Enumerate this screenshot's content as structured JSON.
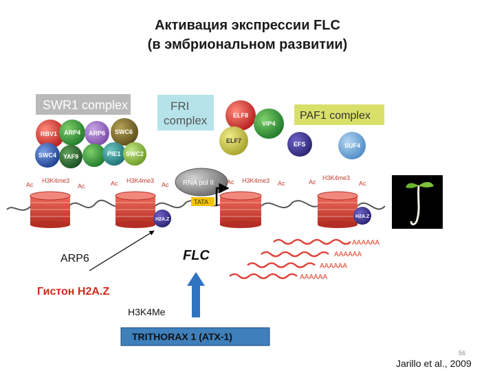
{
  "title_line1": "Активация экспрессии FLC",
  "title_line2": "(в эмбриональном развитии)",
  "complexes": {
    "swr1": "SWR1 complex",
    "fri_line1": "FRI",
    "fri_line2": "complex",
    "paf1": "PAF1 complex"
  },
  "subunits": {
    "rbv1": "RBV1",
    "arp4": "ARP4",
    "arp6": "ARP6",
    "swc6": "SWC6",
    "swc4": "SWC4",
    "yaf9": "YAF9",
    "pie1": "PIE1",
    "swc2": "SWC2",
    "elf8": "ELF8",
    "vip4": "VIP4",
    "elf7": "ELF7",
    "efs": "EFS",
    "suf4": "SUF4"
  },
  "marks": {
    "ac": "Ac",
    "h3k4me3_a": "H3K4me3",
    "h3k4me3_b": "H3K4me3",
    "h3k4me3_c": "H3K4me3",
    "h3k4me3_d": "H3K4me3",
    "h2az": "H2A.Z",
    "rna_pol": "RNA pol II",
    "tata": "TATA"
  },
  "transcripts": [
    "AAAAAA",
    "AAAAAA",
    "AAAAAA",
    "AAAAAA"
  ],
  "labels": {
    "arp6": "ARP6",
    "flc": "FLC",
    "histone": "Гистон H2A.Z",
    "h3k4me": "H3K4Me",
    "trithorax": "TRITHORAX 1 (ATX-1)",
    "page_num": "56",
    "citation": "Jarillo et al., 2009"
  },
  "colors": {
    "red_dna": "#e0433a",
    "swr1_box": "#b9b9b9",
    "fri_box": "#b6e3ea",
    "paf1_box": "#d9e06a",
    "trithorax_box": "#3f7fba",
    "arrow_blue": "#2f74c0",
    "label_red": "#cf2a1a"
  }
}
